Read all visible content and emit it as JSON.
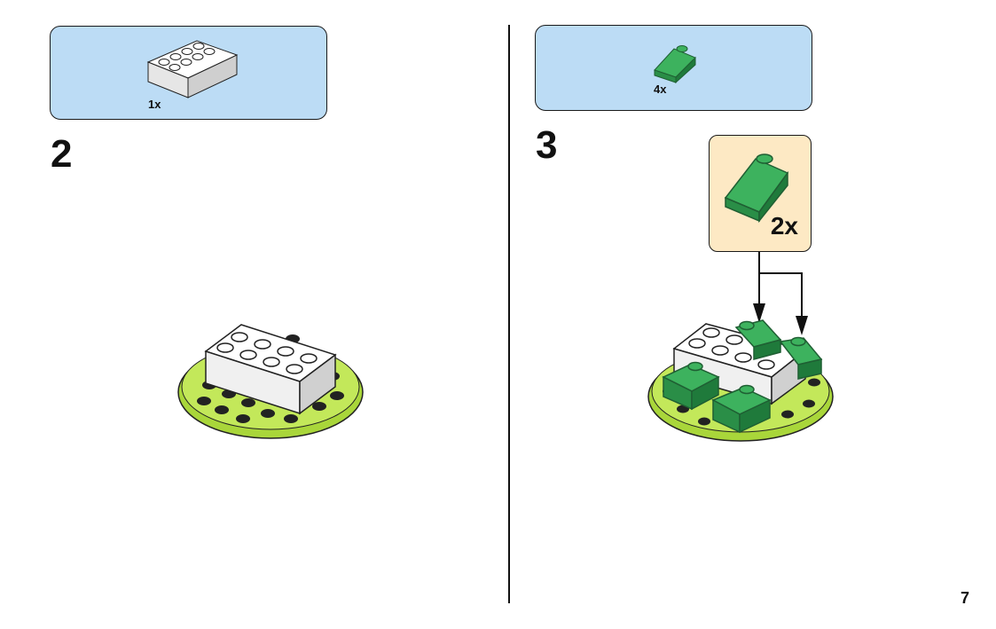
{
  "step2": {
    "number": "2",
    "parts_qty": "1x",
    "parts_icon": "white-2x4-brick-icon"
  },
  "step3": {
    "number": "3",
    "parts_qty": "4x",
    "parts_icon": "green-slope-brick-icon",
    "callout_qty": "2x",
    "callout_icon": "green-slope-brick-icon"
  },
  "page_number": "7",
  "colors": {
    "parts_box": "#bcdcf5",
    "callout_box": "#fde9c4",
    "lime_plate": "#a9d63a",
    "green_slope": "#2f9e4f",
    "white_brick": "#f2f2f2"
  }
}
